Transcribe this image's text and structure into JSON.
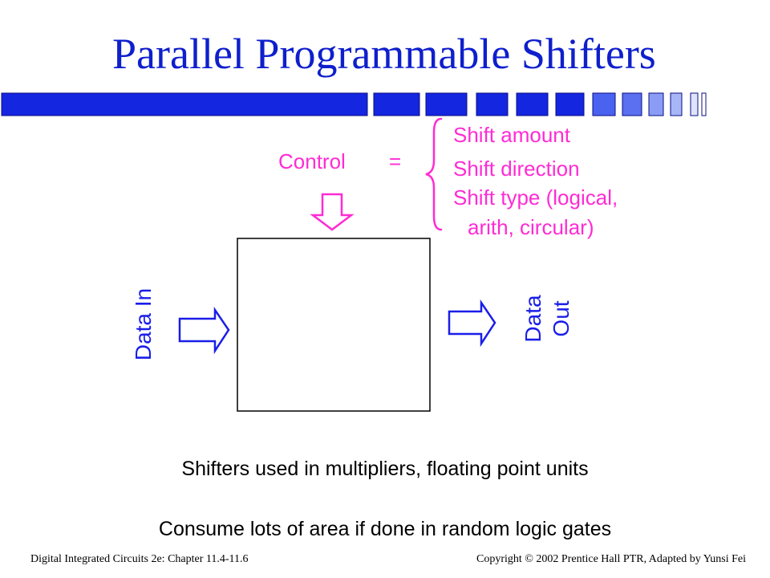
{
  "title": "Parallel Programmable Shifters",
  "control": {
    "label": "Control",
    "equals": "=",
    "options": [
      "Shift amount",
      "Shift direction",
      "Shift type (logical,",
      "arith, circular)"
    ]
  },
  "data_in_label": "Data In",
  "data_out_label": {
    "line1": "Data",
    "line2": "Out"
  },
  "captions": [
    "Shifters used in multipliers, floating point units",
    "Consume lots of area if done in random logic gates"
  ],
  "footer": {
    "left": "Digital Integrated Circuits 2e: Chapter 11.4-11.6",
    "right": "Copyright © 2002 Prentice Hall PTR, Adapted by Yunsi Fei"
  },
  "colors": {
    "title": "#0e1fcc",
    "bar": "#1426e0",
    "control_text": "#ff2bd4",
    "data_labels": "#1a1ee8"
  }
}
